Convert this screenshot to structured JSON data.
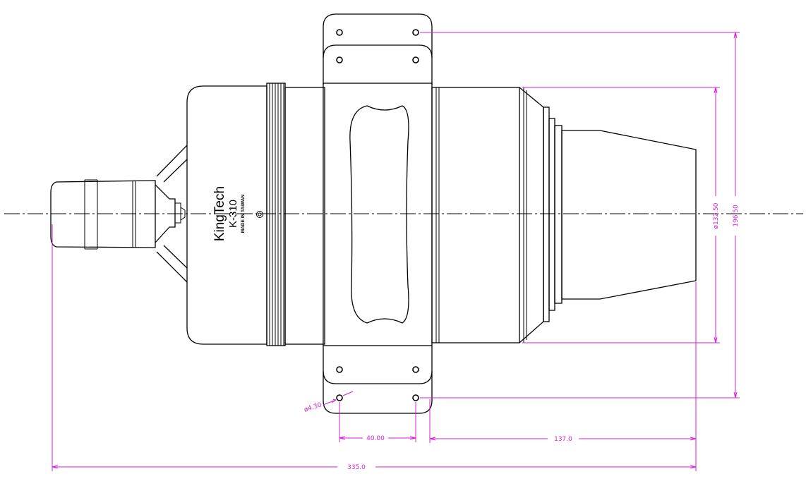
{
  "labels": {
    "brand": "KingTech",
    "model": "K-310",
    "origin": "MADE IN TAIWAN"
  },
  "dimensions": {
    "overall_length": "335.0",
    "mount_to_tail": "137.0",
    "hole_spacing": "40.00",
    "hole_diameter": "ø4.30",
    "nozzle_diameter": "ø132.50",
    "mount_height": "196.50"
  },
  "colors": {
    "outline": "#000000",
    "dimension": "#d61fd6",
    "background": "#ffffff"
  }
}
